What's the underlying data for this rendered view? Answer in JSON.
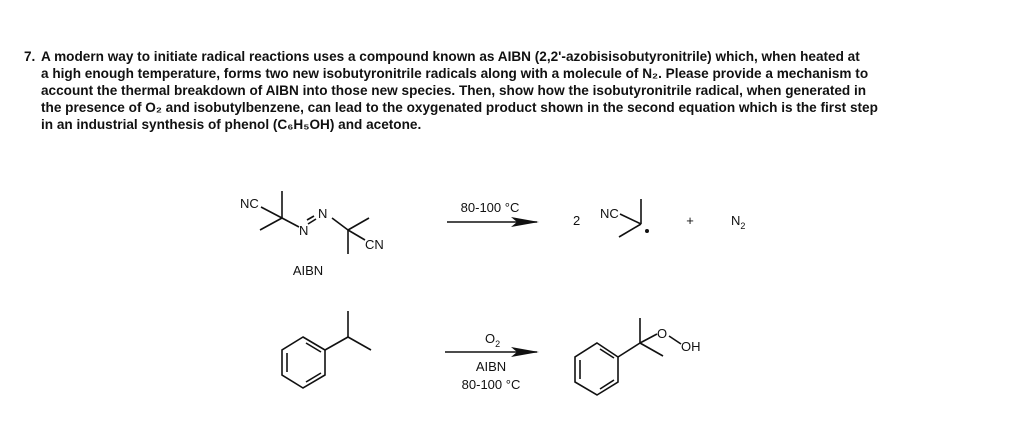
{
  "question": {
    "number": "7.",
    "lines": [
      "A modern way to initiate radical reactions uses a compound known as AIBN (2,2'-azobisisobutyronitrile) which, when heated at",
      "a high enough temperature, forms two new isobutyronitrile radicals along with a molecule of N₂. Please provide a mechanism to",
      "account the thermal breakdown of AIBN into those new species. Then, show how the isobutyronitrile radical, when generated in",
      "the presence of O₂ and isobutylbenzene, can lead to the oxygenated product shown in the second equation which is the first step",
      "in an industrial synthesis of phenol (C₆H₅OH) and acetone."
    ]
  },
  "reaction1": {
    "reactant_labels": {
      "nc": "NC",
      "cn": "CN",
      "n1": "N",
      "n2": "N"
    },
    "reactant_name": "AIBN",
    "condition": "80-100 °C",
    "coefficient": "2",
    "radical_nc": "NC",
    "plus": "+",
    "n2": "N",
    "n2_sub": "2"
  },
  "reaction2": {
    "reagent_top": "O",
    "reagent_top_sub": "2",
    "reagent_mid": "AIBN",
    "condition": "80-100 °C",
    "product_o": "O",
    "product_oh": "OH"
  }
}
